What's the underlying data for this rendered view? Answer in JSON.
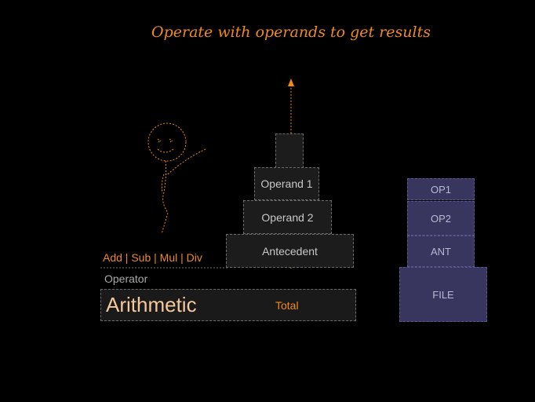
{
  "title": "Operate with operands to get results",
  "operators": "Add | Sub | Mul | Div",
  "operator_label": "Operator",
  "arithmetic": "Arithmetic",
  "total": "Total",
  "stack": {
    "operand1": "Operand 1",
    "operand2": "Operand 2",
    "antecedent": "Antecedent"
  },
  "file_stack": {
    "op1": "OP1",
    "op2": "OP2",
    "ant": "ANT",
    "file": "FILE"
  },
  "colors": {
    "accent": "#f08a1c",
    "purple": "#38365f",
    "background": "#000000"
  }
}
